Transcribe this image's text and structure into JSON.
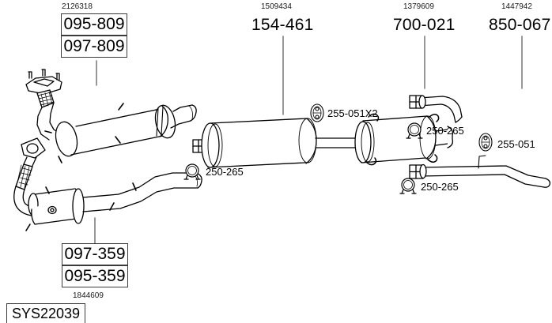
{
  "diagram": {
    "system_code": "SYS22039",
    "top_labels": [
      {
        "ref": "2126318",
        "codes": [
          "095-809",
          "097-809"
        ],
        "style": "boxed"
      },
      {
        "ref": "1509434",
        "codes": [
          "154-461"
        ],
        "style": "plain"
      },
      {
        "ref": "1379609",
        "codes": [
          "700-021"
        ],
        "style": "plain"
      },
      {
        "ref": "1447942",
        "codes": [
          "850-067"
        ],
        "style": "plain"
      }
    ],
    "bottom_labels": [
      {
        "ref": "1844609",
        "codes": [
          "097-359",
          "095-359"
        ],
        "style": "boxed"
      }
    ],
    "hardware": [
      {
        "name": "clamp-center-front",
        "code": "250-265",
        "icon": "clamp-icon"
      },
      {
        "name": "mount-center",
        "code": "255-051X2",
        "icon": "rubber-mount-icon"
      },
      {
        "name": "clamp-rear-upper",
        "code": "250-265",
        "icon": "clamp-icon"
      },
      {
        "name": "mount-rear",
        "code": "255-051",
        "icon": "rubber-mount-icon"
      },
      {
        "name": "clamp-rear-lower",
        "code": "250-265",
        "icon": "clamp-icon"
      }
    ],
    "parts": [
      {
        "name": "front-pipe-with-cat-upper",
        "icon": "exhaust-front-pipe-icon"
      },
      {
        "name": "front-pipe-with-cat-lower",
        "icon": "exhaust-catalytic-icon"
      },
      {
        "name": "center-silencer-assembly",
        "icon": "exhaust-muffler-icon"
      },
      {
        "name": "rear-connecting-pipe-upper",
        "icon": "exhaust-pipe-icon"
      },
      {
        "name": "tail-pipe-lower",
        "icon": "exhaust-tailpipe-icon"
      }
    ]
  }
}
